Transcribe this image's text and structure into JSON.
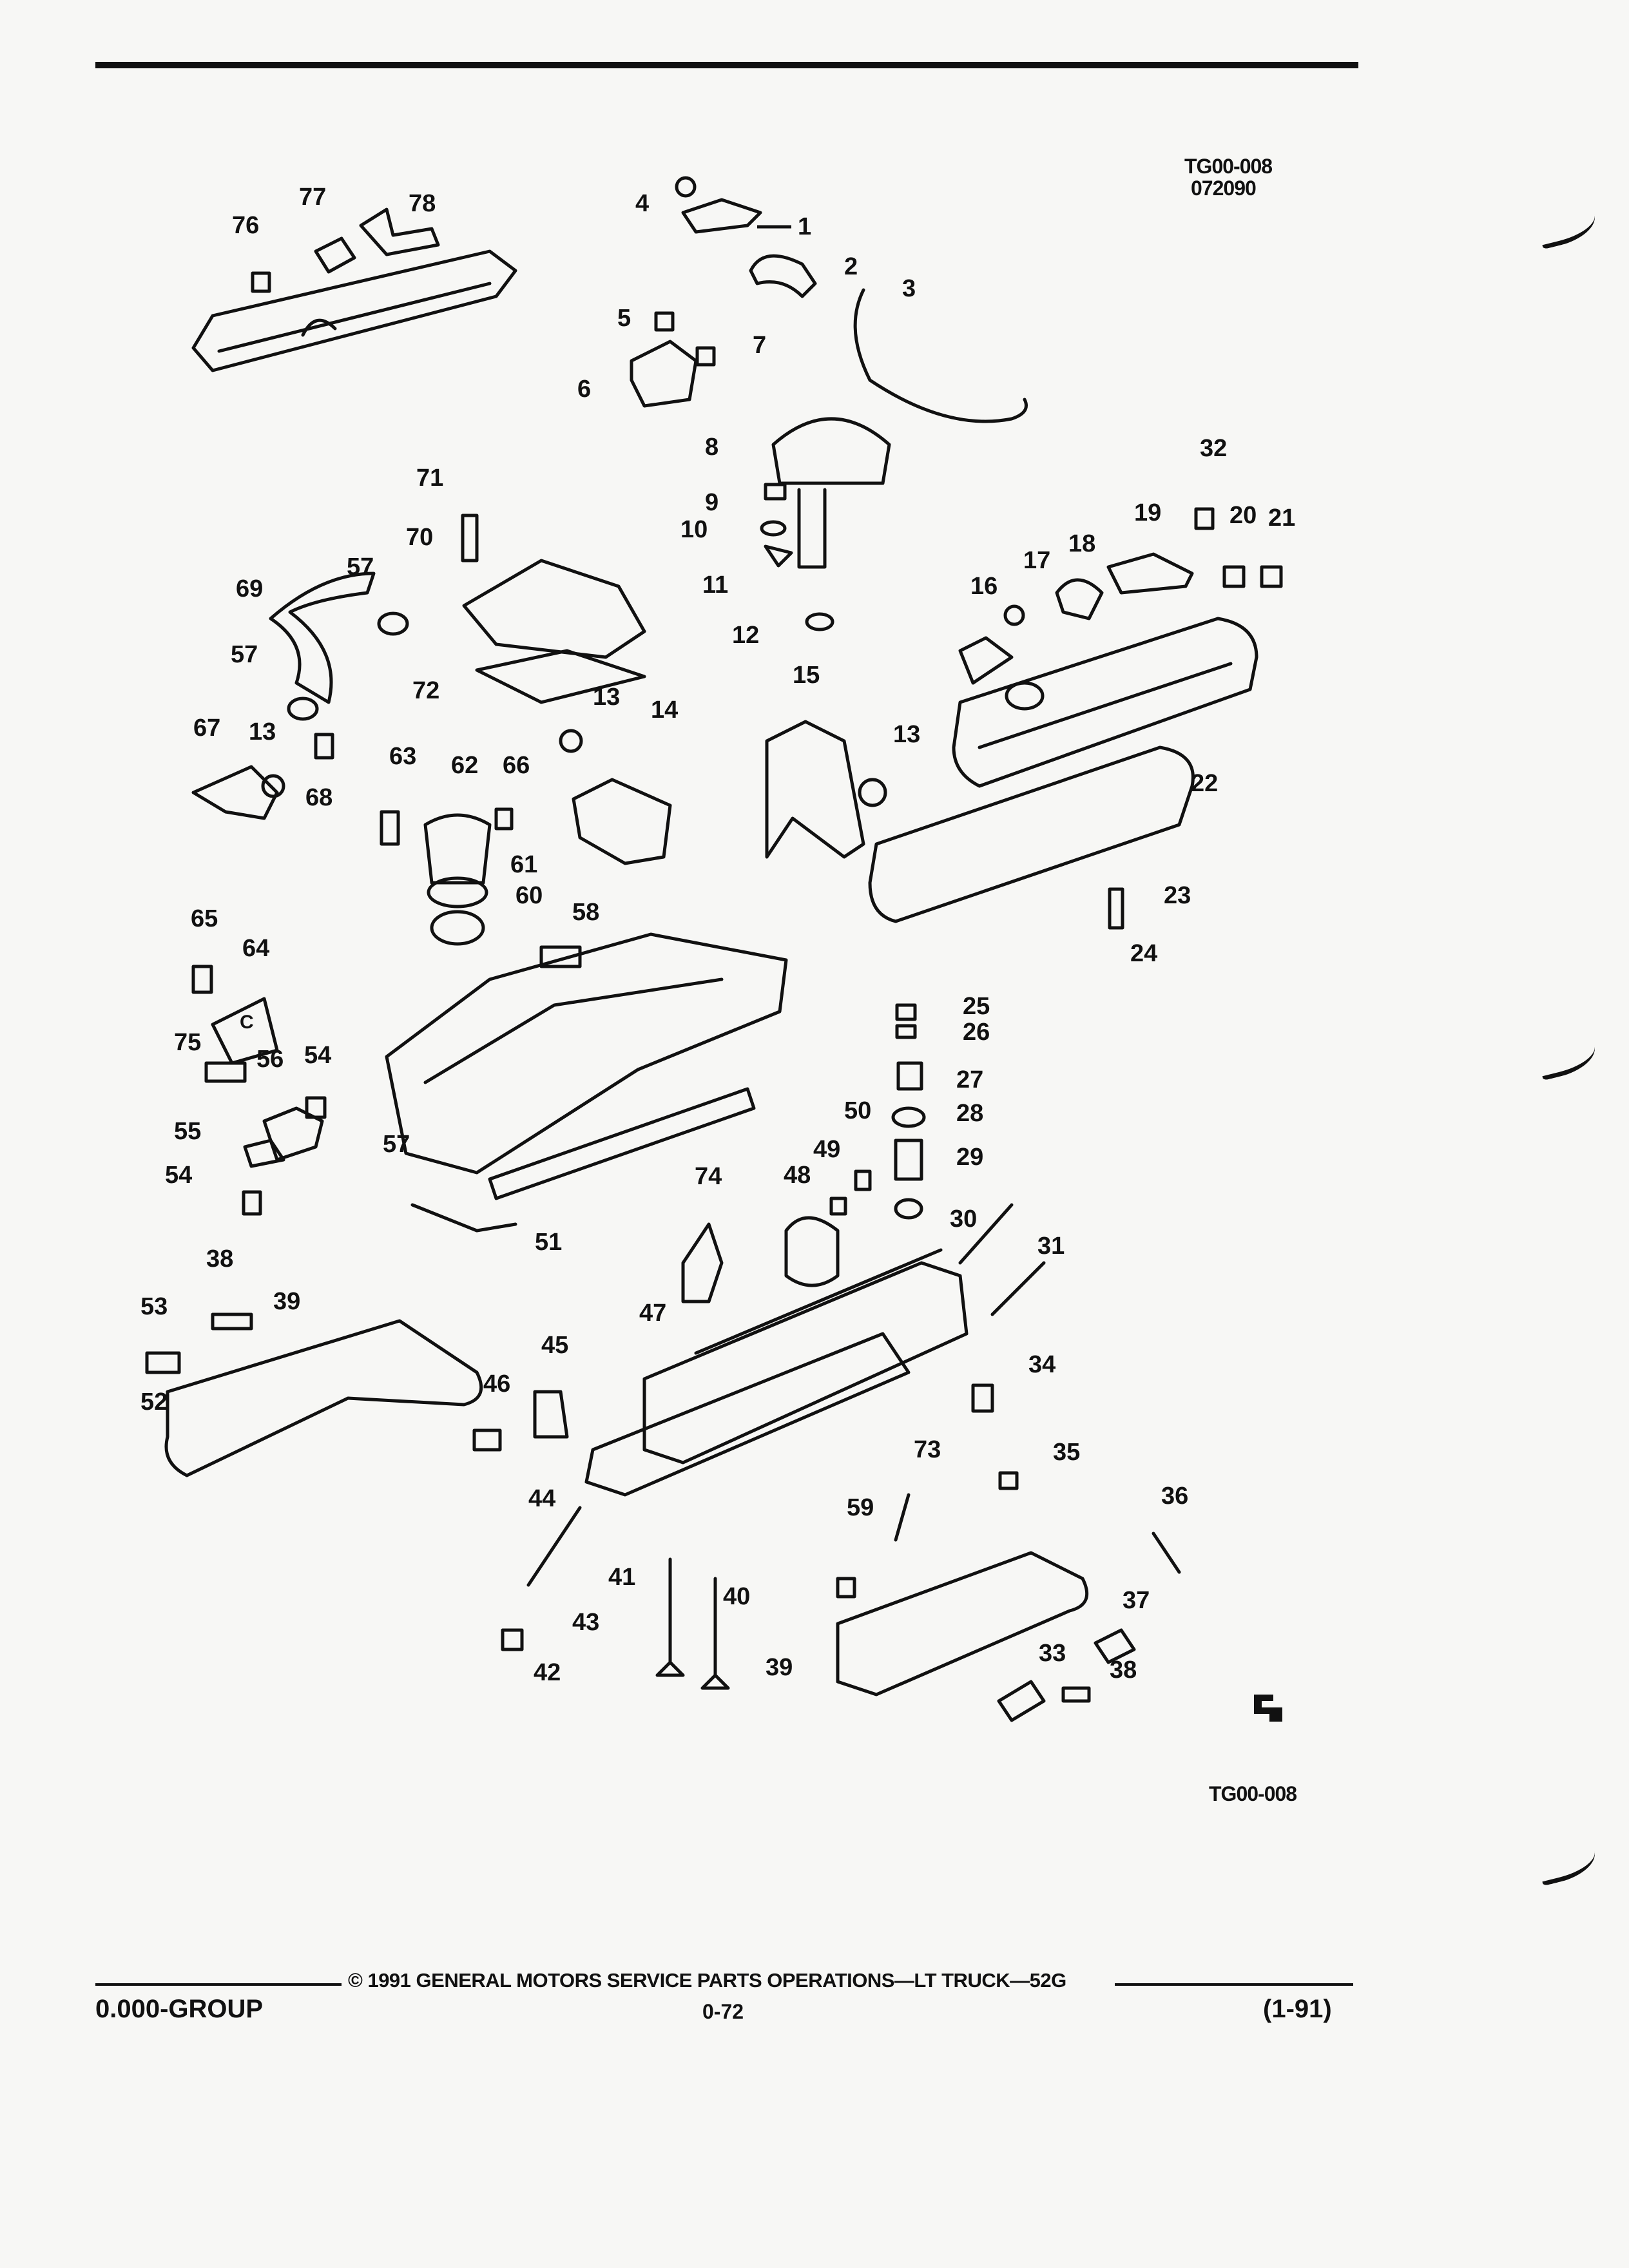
{
  "header": {
    "illustration_code_top": "TG00-008",
    "illustration_date": "072090",
    "illustration_code_bottom": "TG00-008"
  },
  "diagram": {
    "callouts": [
      "1",
      "2",
      "3",
      "4",
      "5",
      "6",
      "7",
      "8",
      "9",
      "10",
      "11",
      "12",
      "13",
      "13",
      "13",
      "14",
      "15",
      "16",
      "17",
      "18",
      "19",
      "20",
      "21",
      "22",
      "23",
      "24",
      "25",
      "26",
      "27",
      "28",
      "29",
      "30",
      "31",
      "32",
      "33",
      "34",
      "35",
      "36",
      "37",
      "38",
      "38",
      "39",
      "39",
      "40",
      "41",
      "42",
      "43",
      "44",
      "45",
      "46",
      "47",
      "48",
      "49",
      "50",
      "51",
      "52",
      "53",
      "54",
      "54",
      "55",
      "56",
      "57",
      "57",
      "57",
      "58",
      "59",
      "60",
      "61",
      "62",
      "63",
      "64",
      "65",
      "66",
      "67",
      "68",
      "69",
      "70",
      "71",
      "72",
      "73",
      "74",
      "75",
      "76",
      "77",
      "78"
    ],
    "marks": {
      "bracket_letter": "C"
    }
  },
  "footer": {
    "copyright": "© 1991 GENERAL MOTORS SERVICE PARTS OPERATIONS—LT TRUCK—52G",
    "group": "0.000-GROUP",
    "page": "0-72",
    "date_code": "(1-91)"
  }
}
